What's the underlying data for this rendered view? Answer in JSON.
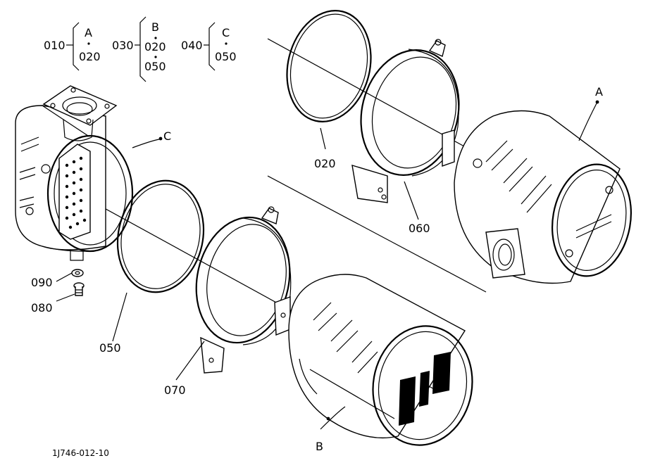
{
  "legend": {
    "row1": {
      "part": "010",
      "top": "A",
      "bottom": "020"
    },
    "row2": {
      "part": "030",
      "top": "B",
      "mid": "020",
      "bottom": "050"
    },
    "row3": {
      "part": "040",
      "top": "C",
      "bottom": "050"
    }
  },
  "callouts": {
    "a": "A",
    "b": "B",
    "c": "C",
    "p020": "020",
    "p050": "050",
    "p060": "060",
    "p070": "070",
    "p080": "080",
    "p090": "090"
  },
  "drawing_code": "1J746-012-10"
}
